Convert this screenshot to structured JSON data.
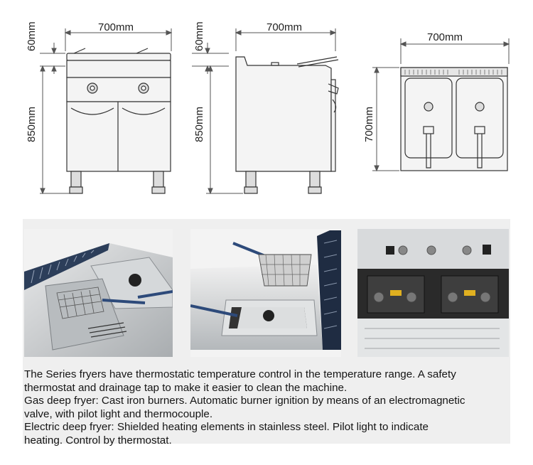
{
  "dimensions": {
    "front_view": {
      "width": "700mm",
      "top_height": "60mm",
      "body_height": "850mm"
    },
    "side_view": {
      "width": "700mm",
      "top_height": "60mm",
      "body_height": "850mm"
    },
    "top_view": {
      "width": "700mm",
      "depth": "700mm"
    }
  },
  "photos": [
    {
      "icon": "fryer-tank-basket-photo"
    },
    {
      "icon": "fryer-basket-lid-photo"
    },
    {
      "icon": "fryer-burners-interior-photo"
    }
  ],
  "description": {
    "lines": [
      "The Series fryers have thermostatic temperature control in the temperature range. A safety",
      "thermostat and drainage tap to make it easier to clean the machine.",
      "Gas deep fryer: Cast iron burners. Automatic burner ignition by means of an electromagnetic",
      "valve, with pilot light and thermocouple.",
      "Electric deep fryer: Shielded heating elements in stainless steel. Pilot light to indicate",
      "heating. Control by thermostat."
    ]
  },
  "colors": {
    "band": "#efefef",
    "steel": "#c9ccce",
    "handle": "#2d4a7a",
    "burner_accent": "#e0b020"
  }
}
